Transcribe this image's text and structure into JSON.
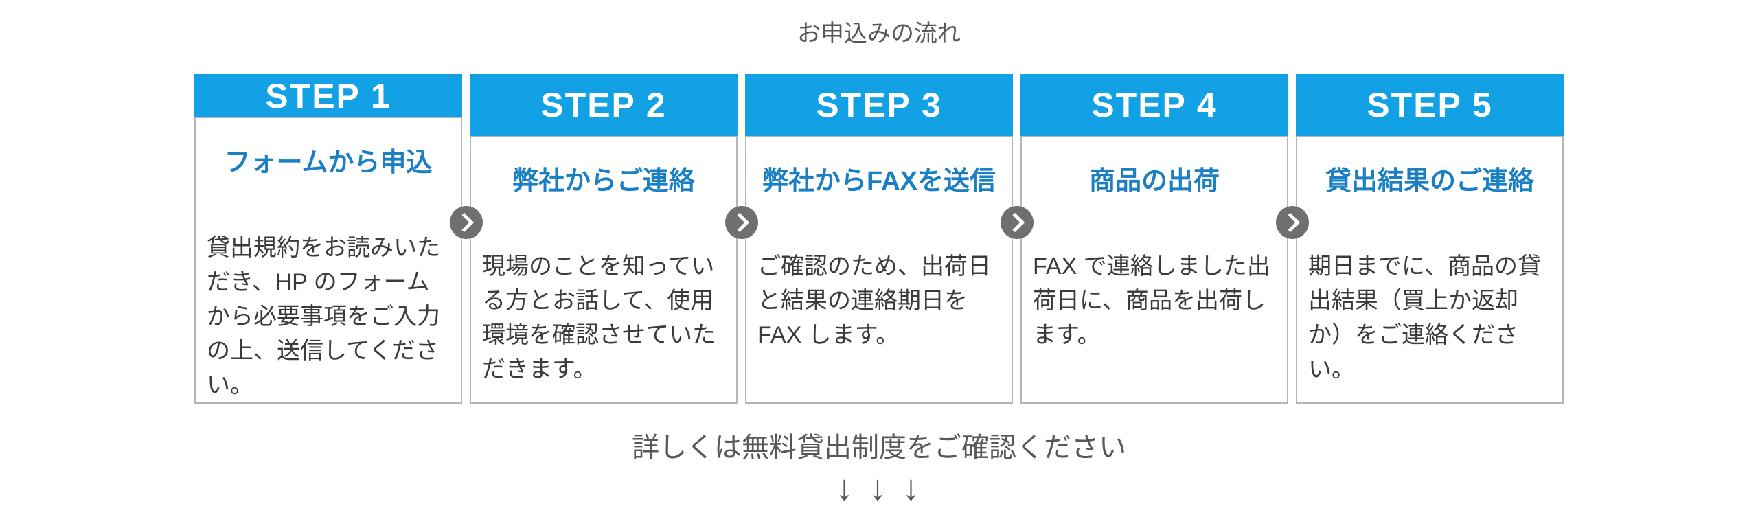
{
  "title": "お申込みの流れ",
  "steps": [
    {
      "label": "STEP 1",
      "subtitle": "フォームから申込",
      "description": "貸出規約をお読みいただき、HP のフォームから必要事項をご入力の上、送信してください。"
    },
    {
      "label": "STEP 2",
      "subtitle": "弊社からご連絡",
      "description": "現場のことを知っている方とお話して、使用環境を確認させていただきます。"
    },
    {
      "label": "STEP 3",
      "subtitle": "弊社からFAXを送信",
      "description": "ご確認のため、出荷日と結果の連絡期日をFAX します。"
    },
    {
      "label": "STEP 4",
      "subtitle": "商品の出荷",
      "description": "FAX で連絡しました出荷日に、商品を出荷します。"
    },
    {
      "label": "STEP 5",
      "subtitle": "貸出結果のご連絡",
      "description": "期日までに、商品の貸出結果（買上か返却か）をご連絡ください。"
    }
  ],
  "connector_icon": "chevron-right",
  "footer": {
    "note": "詳しくは無料貸出制度をご確認ください",
    "arrows": "↓ ↓ ↓"
  },
  "colors": {
    "header_blue": "#13a1e6",
    "subtitle_blue": "#1b7fc4",
    "body_text": "#3e3a39",
    "muted_text": "#595757",
    "connector_gray": "#6f6f6f",
    "card_border": "#b5b5b5"
  }
}
